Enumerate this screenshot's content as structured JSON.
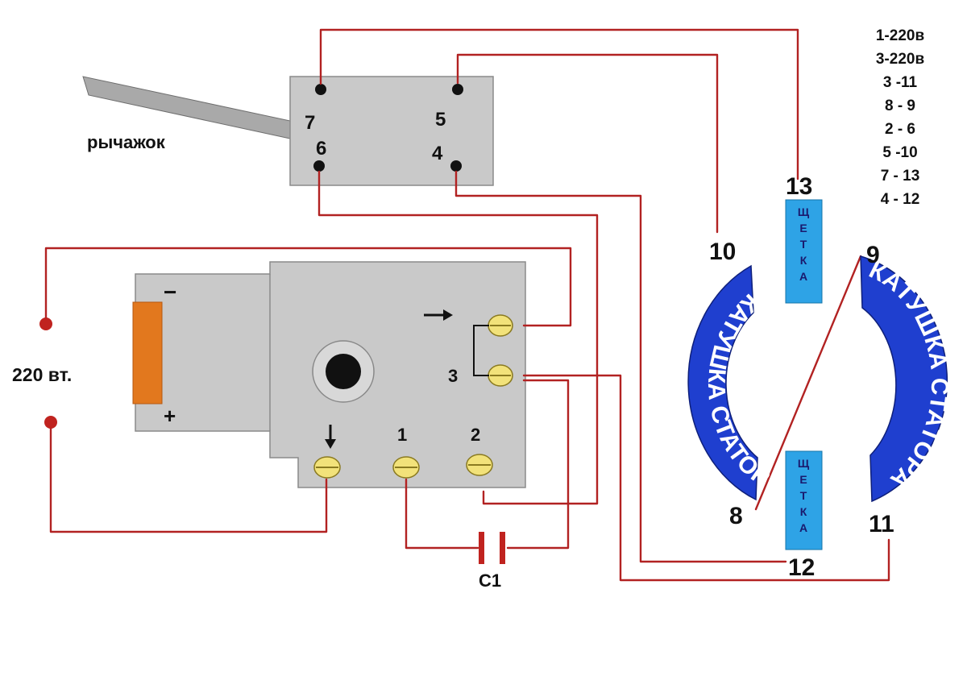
{
  "diagram": {
    "lever_label": "рычажок",
    "reverse_switch_pins": [
      "7",
      "5",
      "6",
      "4"
    ],
    "power_label": "220 вт.",
    "battery_minus": "−",
    "battery_plus": "+",
    "main_switch_terminal_labels": [
      "1",
      "2",
      "3"
    ],
    "capacitor_label": "С1",
    "motor_terminals": [
      "10",
      "9",
      "13",
      "8",
      "11",
      "12"
    ],
    "coil_label": "КАТУШКА СТАТОРА",
    "brush_letters": [
      "Щ",
      "Е",
      "Т",
      "К",
      "А"
    ],
    "legend": [
      "1-220в",
      "3-220в",
      "3 -11",
      "8 - 9",
      "2 - 6",
      "5 -10",
      "7 - 13",
      "4 - 12"
    ],
    "colors": {
      "wire": "#b22222",
      "coil": "#1f3fcf",
      "brush": "#2ea3e6",
      "switch_body": "#c9c9c9",
      "terminal": "#f2e27a"
    }
  }
}
